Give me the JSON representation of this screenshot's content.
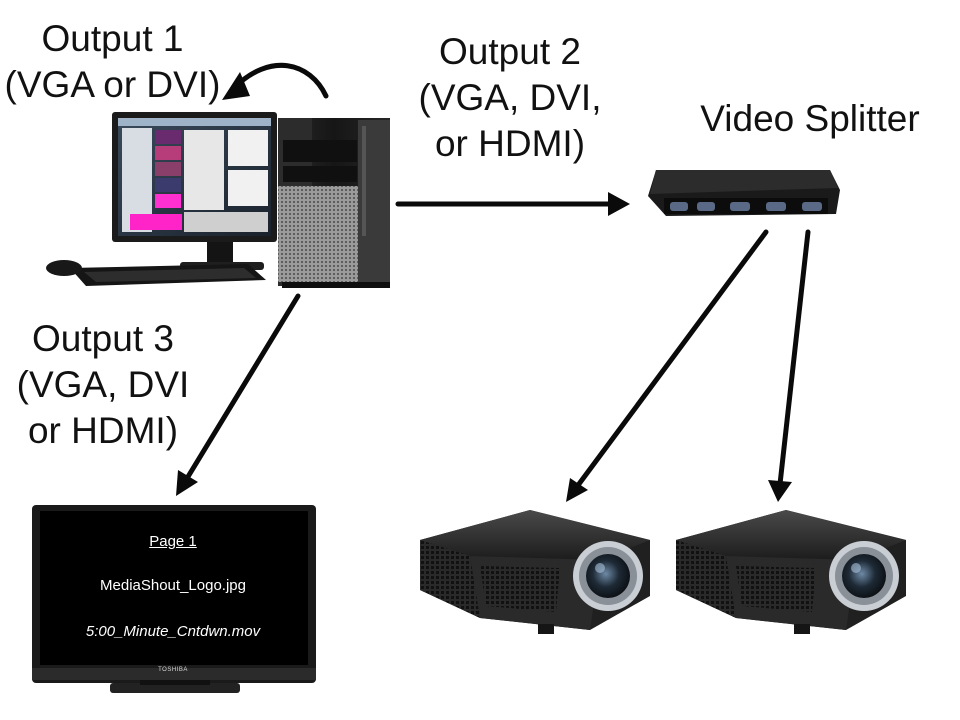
{
  "labels": {
    "output1": [
      "Output 1",
      "(VGA or DVI)"
    ],
    "output2": [
      "Output 2",
      "(VGA, DVI,",
      "or HDMI)"
    ],
    "splitter": "Video Splitter",
    "output3": [
      "Output 3",
      "(VGA, DVI",
      "or HDMI)"
    ]
  },
  "tv": {
    "lines": [
      "Page 1",
      "MediaShout_Logo.jpg",
      "5:00_Minute_Cntdwn.mov"
    ],
    "brand": "TOSHIBA"
  },
  "colors": {
    "arrow": "#0a0a0a",
    "background": "#ffffff",
    "monitor_bezel": "#1b1b1b",
    "tower_body": "#202020",
    "projector_body": "#2a2a2a",
    "lens_ring": "#c9ced4"
  },
  "icons": [
    "arrow-curved-icon",
    "arrow-right-icon",
    "arrow-down-icon",
    "computer-icon",
    "video-splitter-icon",
    "tv-icon",
    "projector-icon"
  ]
}
